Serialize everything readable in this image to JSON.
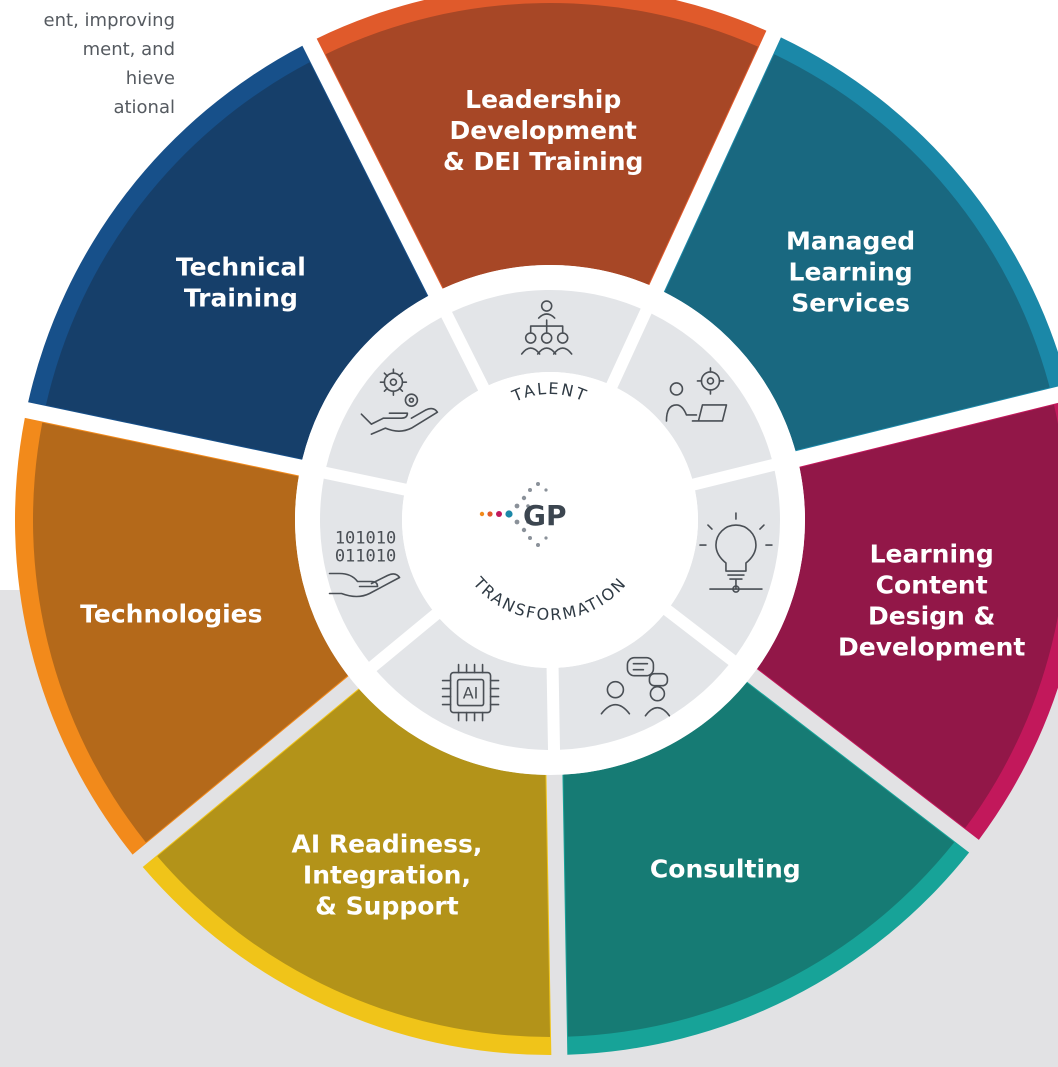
{
  "intro": {
    "lines": [
      "ent, improving",
      "ment, and",
      "hieve",
      "ational"
    ]
  },
  "center": {
    "top_text": "TALENT",
    "bottom_text": "TRANSFORMATION",
    "logo_text": "GP"
  },
  "segments": [
    {
      "id": "leadership",
      "lines": [
        "Leadership",
        "Development",
        "& DEI Training"
      ],
      "color": "#e05a2b",
      "icon": "team-hierarchy-icon"
    },
    {
      "id": "managed",
      "lines": [
        "Managed",
        "Learning",
        "Services"
      ],
      "color": "#1b88a8",
      "icon": "person-laptop-gear-icon"
    },
    {
      "id": "content",
      "lines": [
        "Learning",
        "Content",
        "Design &",
        "Development"
      ],
      "color": "#c2185b",
      "icon": "lightbulb-icon"
    },
    {
      "id": "consulting",
      "lines": [
        "Consulting"
      ],
      "color": "#17a398",
      "icon": "people-chat-icon"
    },
    {
      "id": "ai",
      "lines": [
        "AI Readiness,",
        "Integration,",
        "& Support"
      ],
      "color": "#f0c419",
      "icon": "ai-chip-icon"
    },
    {
      "id": "technologies",
      "lines": [
        "Technologies"
      ],
      "color": "#f28a1b",
      "icon": "binary-hand-icon"
    },
    {
      "id": "technical",
      "lines": [
        "Technical",
        "Training"
      ],
      "color": "#17508a",
      "icon": "gears-hand-icon"
    }
  ]
}
